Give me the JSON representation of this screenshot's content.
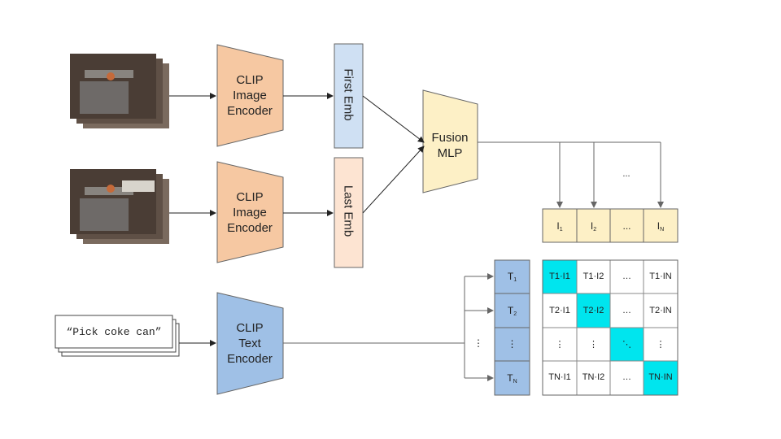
{
  "encoders": {
    "image_top": "CLIP\nImage\nEncoder",
    "image_bottom": "CLIP\nImage\nEncoder",
    "text": "CLIP\nText\nEncoder"
  },
  "embeddings": {
    "first": "First Emb",
    "last": "Last Emb"
  },
  "fusion": "Fusion\nMLP",
  "prompt": "“Pick coke can”",
  "image_tokens": [
    {
      "base": "I",
      "sub": "1"
    },
    {
      "base": "I",
      "sub": "2"
    },
    {
      "base": "...",
      "sub": ""
    },
    {
      "base": "I",
      "sub": "N"
    }
  ],
  "image_arrow_ellipsis": "...",
  "text_tokens": [
    {
      "base": "T",
      "sub": "1"
    },
    {
      "base": "T",
      "sub": "2"
    },
    {
      "base": "⋮",
      "sub": ""
    },
    {
      "base": "T",
      "sub": "N"
    }
  ],
  "branch_ellipsis": "⋮",
  "matrix": [
    [
      "T1·I1",
      "T1·I2",
      "…",
      "T1·IN"
    ],
    [
      "T2·I1",
      "T2·I2",
      "…",
      "T2·IN"
    ],
    [
      "⋮",
      "⋮",
      "⋱",
      "⋮"
    ],
    [
      "TN·I1",
      "TN·I2",
      "…",
      "TN·IN"
    ]
  ],
  "colors": {
    "image_encoder": "#f6c8a2",
    "text_encoder": "#9fc0e6",
    "first_emb": "#cfe0f3",
    "last_emb": "#fde4d2",
    "fusion": "#fdf0c6",
    "image_token": "#fdf0c6",
    "text_token": "#9fc0e6",
    "diagonal": "#00e5ee"
  }
}
